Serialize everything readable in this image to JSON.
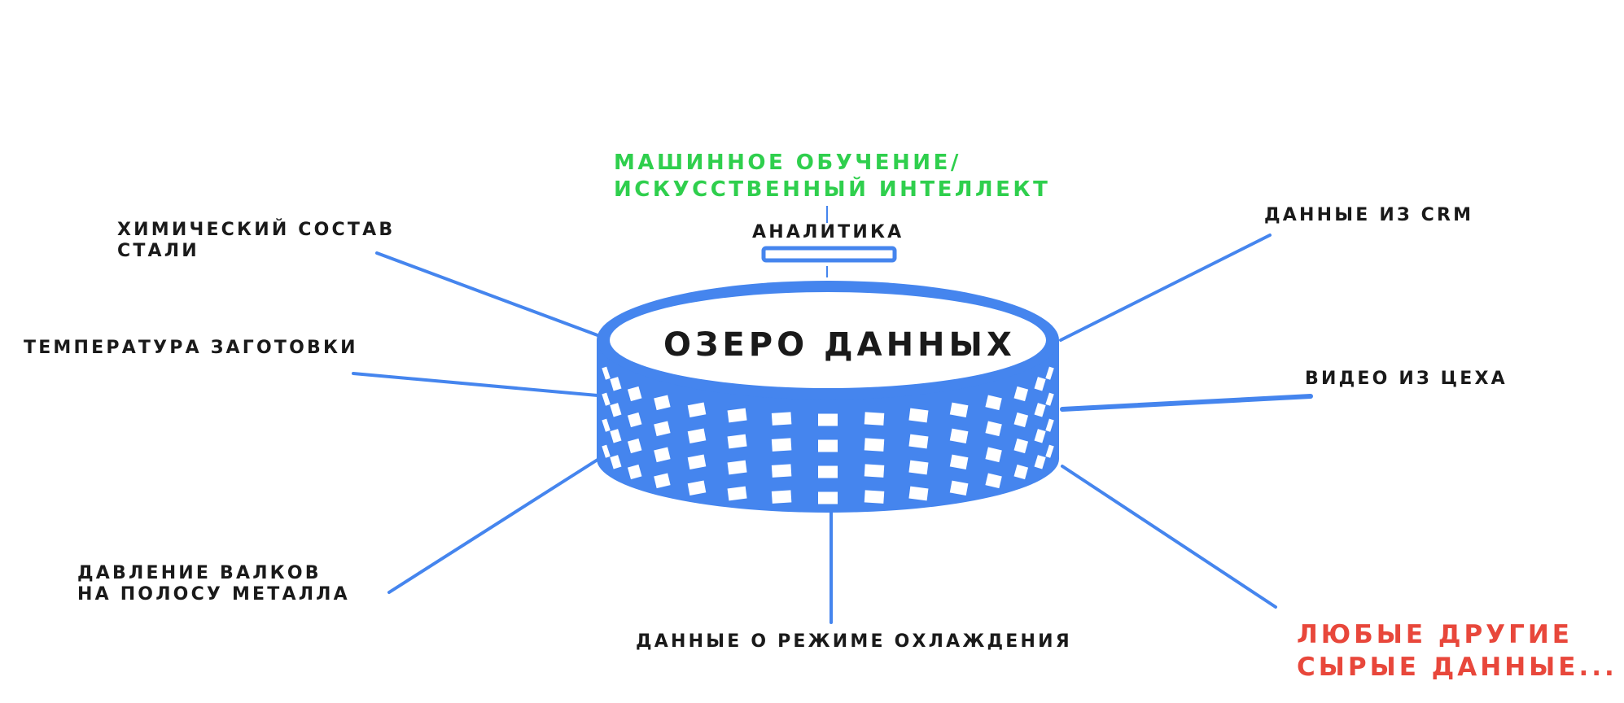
{
  "colors": {
    "lake_blue": "#4585ee",
    "text_dark": "#1a1a1a",
    "ml_green": "#2fcf4d",
    "other_red": "#e8473b"
  },
  "center": {
    "title": "ОЗЕРО ДАННЫХ"
  },
  "top": {
    "analytics_label": "АНАЛИТИКА",
    "ml_line1": "МАШИННОЕ ОБУЧЕНИЕ/",
    "ml_line2": "ИСКУССТВЕННЫЙ ИНТЕЛЛЕКТ"
  },
  "sources": {
    "chemical_line1": "ХИМИЧЕСКИЙ СОСТАВ",
    "chemical_line2": "СТАЛИ",
    "temperature": "ТЕМПЕРАТУРА ЗАГОТОВКИ",
    "pressure_line1": "ДАВЛЕНИЕ ВАЛКОВ",
    "pressure_line2": "НА ПОЛОСУ МЕТАЛЛА",
    "cooling": "ДАННЫЕ О РЕЖИМЕ ОХЛАЖДЕНИЯ",
    "crm": "ДАННЫЕ ИЗ CRM",
    "video": "ВИДЕО ИЗ ЦЕХА",
    "other_line1": "ЛЮБЫЕ ДРУГИЕ",
    "other_line2": "СЫРЫЕ ДАННЫЕ..."
  }
}
